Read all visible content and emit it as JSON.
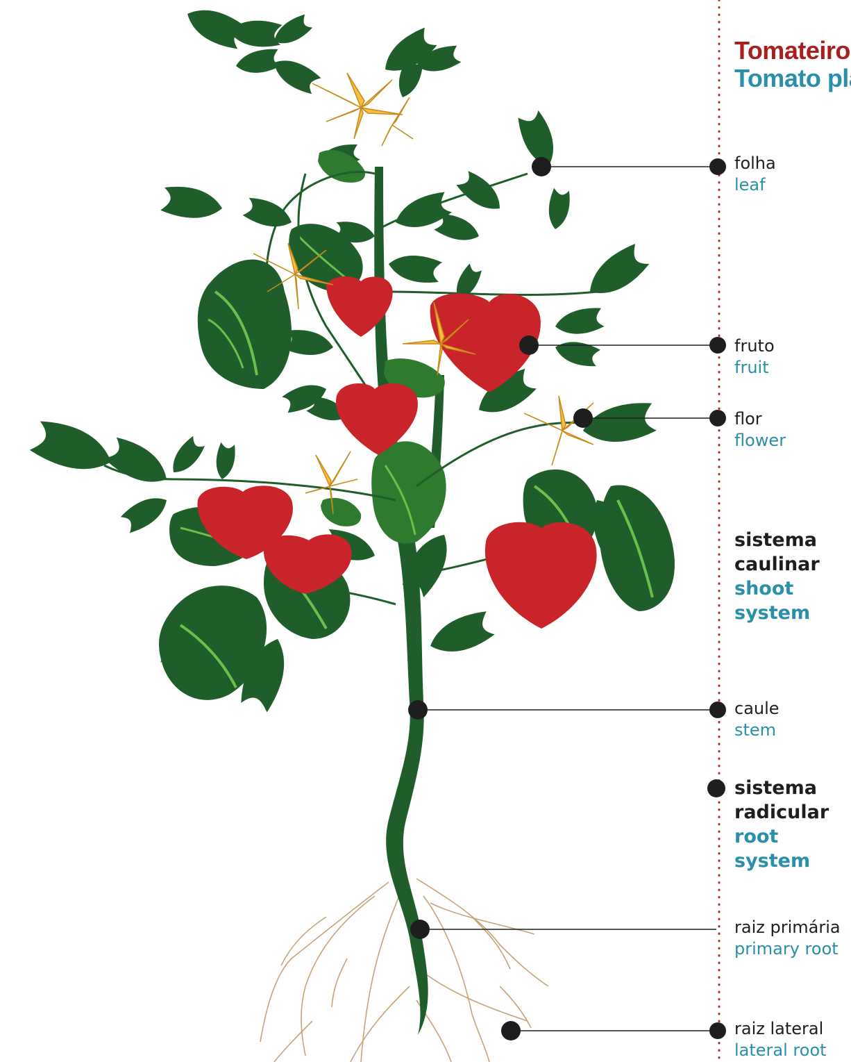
{
  "title": {
    "pt": "Tomateiro",
    "en": "Tomato pla"
  },
  "colors": {
    "pt_title": "#a8201e",
    "en_accent": "#2a8fa8",
    "text_dark": "#1e1e1e",
    "leaf_dark": "#1f5e2b",
    "leaf_light": "#3f9b3b",
    "fruit": "#c8242a",
    "flower": "#f7bf3d",
    "root": "#c8a27a"
  },
  "labels": [
    {
      "id": "leaf",
      "pt": "folha",
      "en": "leaf"
    },
    {
      "id": "fruit",
      "pt": "fruto",
      "en": "fruit"
    },
    {
      "id": "flower",
      "pt": "flor",
      "en": "flower"
    },
    {
      "id": "stem",
      "pt": "caule",
      "en": "stem"
    },
    {
      "id": "primary-root",
      "pt": "raiz primária",
      "en": "primary root"
    },
    {
      "id": "lateral-root",
      "pt": "raiz lateral",
      "en": "lateral root"
    }
  ],
  "systems": [
    {
      "id": "shoot",
      "pt": [
        "sistema",
        "caulinar"
      ],
      "en": [
        "shoot",
        "system"
      ]
    },
    {
      "id": "root",
      "pt": [
        "sistema",
        "radicular"
      ],
      "en": [
        "root",
        "system"
      ]
    }
  ]
}
